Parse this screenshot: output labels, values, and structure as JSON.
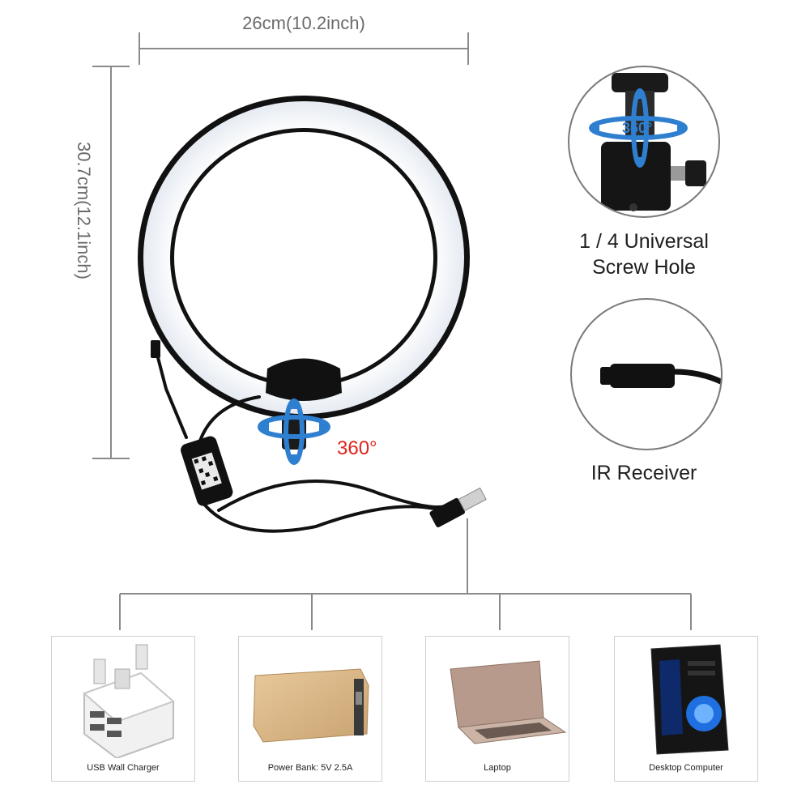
{
  "dimensions": {
    "width_label": "26cm(10.2inch)",
    "height_label": "30.7cm(12.1inch)"
  },
  "rotation_label": "360°",
  "callouts": {
    "screw_hole": {
      "line1": "1 / 4 Universal",
      "line2": "Screw Hole",
      "badge": "360°"
    },
    "ir_receiver": {
      "label": "IR Receiver"
    }
  },
  "devices": [
    {
      "caption": "USB Wall Charger"
    },
    {
      "caption": "Power Bank: 5V 2.5A"
    },
    {
      "caption": "Laptop"
    },
    {
      "caption": "Desktop Computer"
    }
  ],
  "colors": {
    "accent_red": "#e0241b",
    "arrow_blue": "#2f7fd0",
    "line_gray": "#8a8a8a"
  }
}
